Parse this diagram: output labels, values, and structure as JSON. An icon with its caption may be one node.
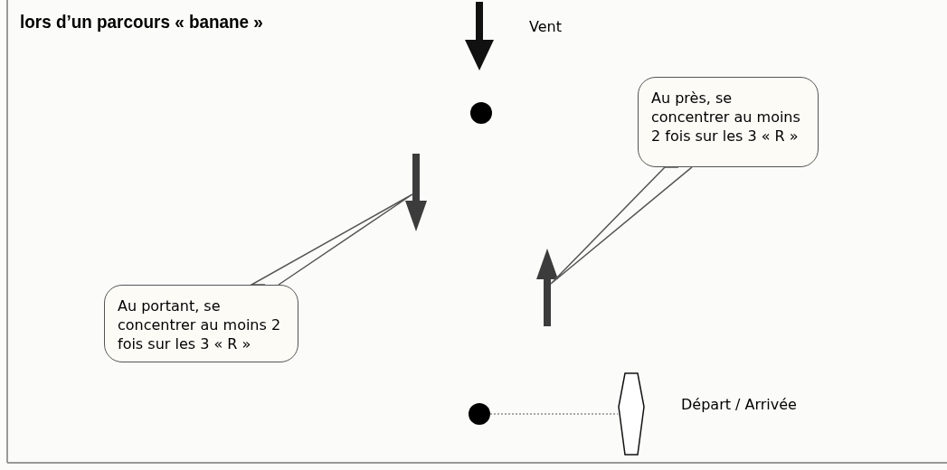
{
  "diagram": {
    "title": "lors d’un parcours « banane »",
    "nodes": [
      {
        "text": [],
        "shape": "circle"
      },
      {
        "text": [],
        "shape": "arrow"
      },
      {
        "text": [
          "Au près, se concentrer au moins 2 fois sur les 3 « R »"
        ]
      },
      {
        "text": [
          "Au portant, se concentrer au moins 2 fois sur les 3 « R »"
        ]
      },
      {
        "text": [],
        "shape": "arrow"
      },
      {
        "text": [],
        "shape": "circle"
      },
      {
        "text": [],
        "shape": "boat",
        "beside": [
          "Départ / Arrivée"
        ]
      }
    ],
    "edges": [
      {
        "from": 2,
        "to": 4,
        "arrow": "none"
      },
      {
        "from": 3,
        "to": 1,
        "arrow": "none"
      },
      {
        "from": 5,
        "to": 6,
        "arrow": "none",
        "style": "dashed"
      }
    ],
    "labels": [
      "Vent"
    ]
  }
}
